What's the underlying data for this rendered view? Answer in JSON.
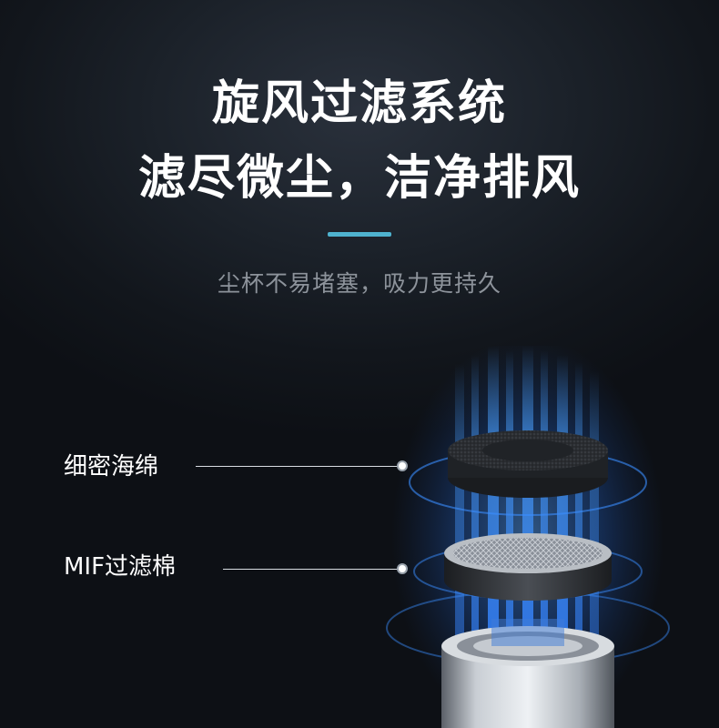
{
  "headline": {
    "line1": "旋风过滤系统",
    "line2": "滤尽微尘，洁净排风"
  },
  "subtitle": "尘杯不易堵塞，吸力更持久",
  "callouts": [
    {
      "label": "细密海绵"
    },
    {
      "label": "MIF过滤棉"
    }
  ],
  "colors": {
    "accent": "#4fb3cf",
    "glow": "#2f8bff",
    "background": "#14181e"
  }
}
